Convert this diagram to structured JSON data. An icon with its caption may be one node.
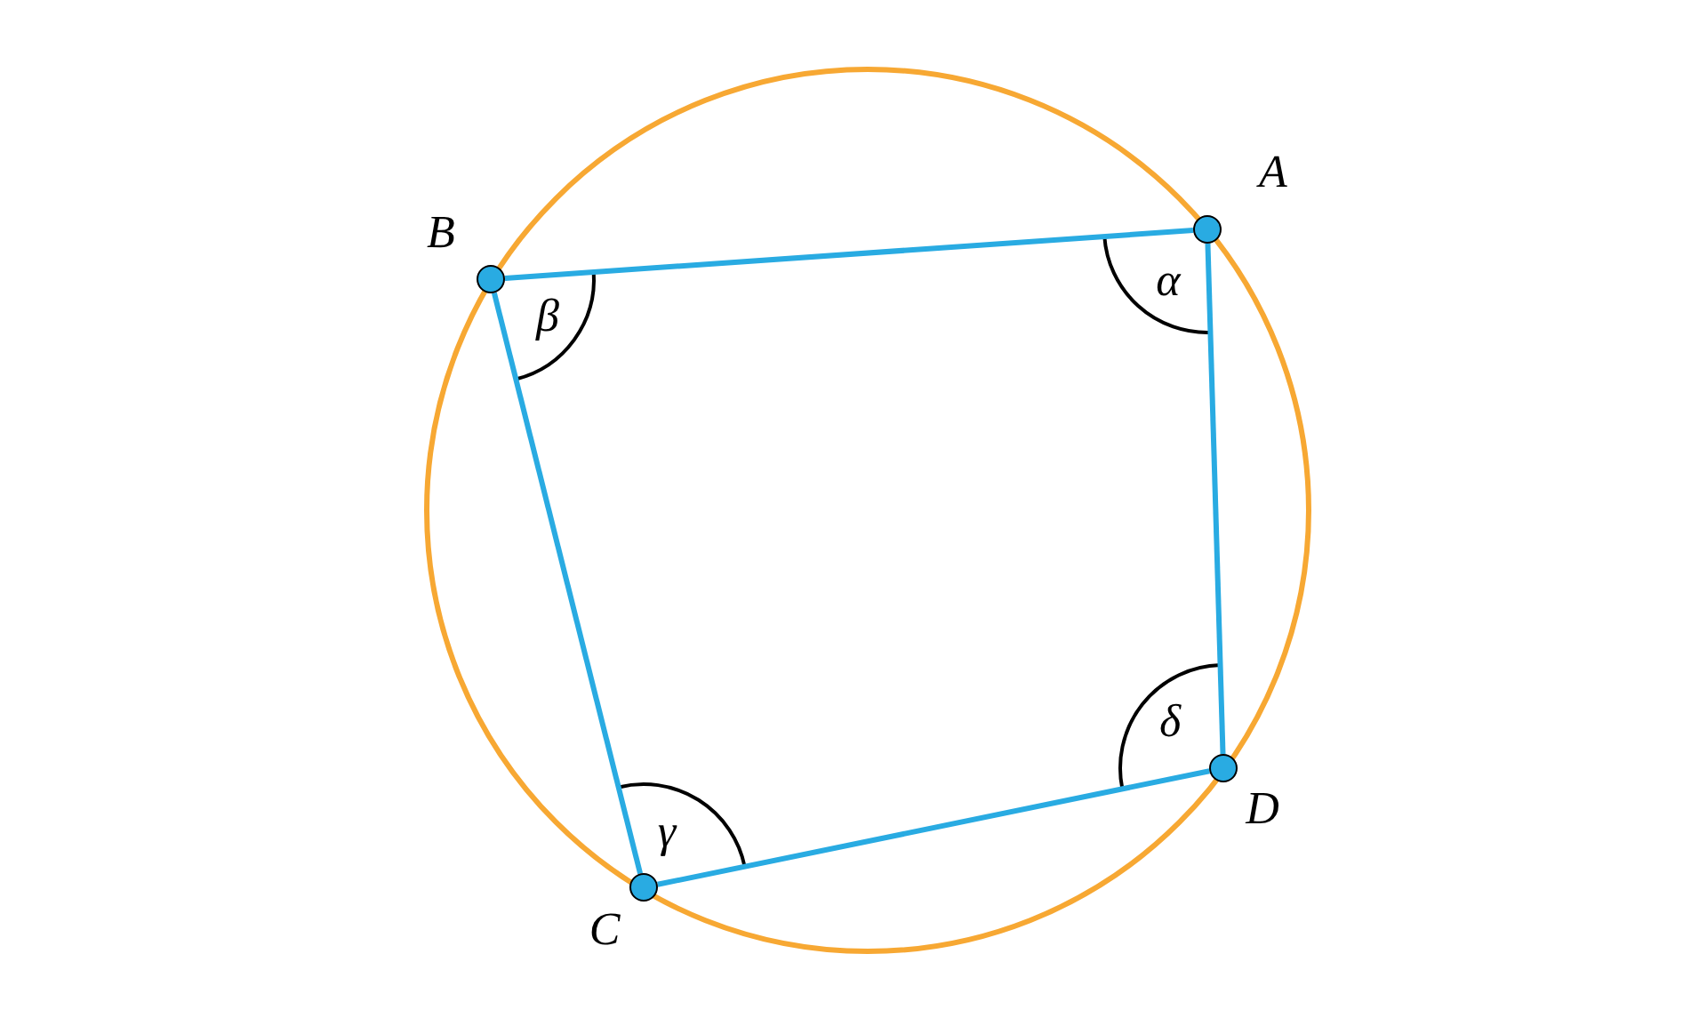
{
  "diagram": {
    "nodes": [
      {
        "text": [],
        "shape": "circle",
        "beside": [
          "A"
        ]
      },
      {
        "text": [],
        "shape": "circle",
        "beside": [
          "B"
        ]
      },
      {
        "text": [],
        "shape": "circle",
        "beside": [
          "C"
        ]
      },
      {
        "text": [],
        "shape": "circle",
        "beside": [
          "D"
        ]
      }
    ],
    "edges": [
      {
        "from": 0,
        "to": 1,
        "arrow": "none"
      },
      {
        "from": 1,
        "to": 2,
        "arrow": "none"
      },
      {
        "from": 2,
        "to": 3,
        "arrow": "none"
      },
      {
        "from": 3,
        "to": 0,
        "arrow": "none"
      }
    ],
    "labels": [
      "α",
      "β",
      "γ",
      "δ"
    ]
  }
}
